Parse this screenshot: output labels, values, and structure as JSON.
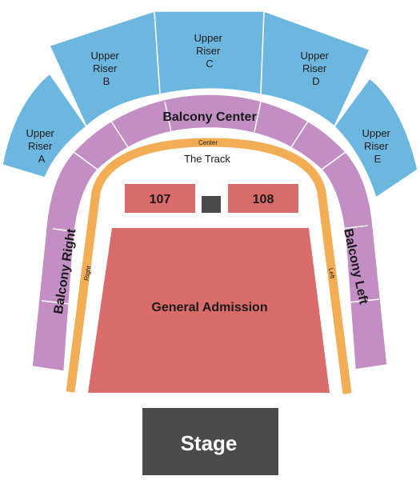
{
  "colors": {
    "upper_riser": "#6cb7df",
    "balcony": "#c28ec4",
    "track": "#f3ad55",
    "floor_section": "#d96b6b",
    "stage": "#4a4a4a"
  },
  "upper_risers": {
    "a": {
      "line1": "Upper",
      "line2": "Riser",
      "line3": "A"
    },
    "b": {
      "line1": "Upper",
      "line2": "Riser",
      "line3": "B"
    },
    "c": {
      "line1": "Upper",
      "line2": "Riser",
      "line3": "C"
    },
    "d": {
      "line1": "Upper",
      "line2": "Riser",
      "line3": "D"
    },
    "e": {
      "line1": "Upper",
      "line2": "Riser",
      "line3": "E"
    }
  },
  "balconies": {
    "center": "Balcony Center",
    "right": "Balcony Right",
    "left": "Balcony Left"
  },
  "track": {
    "name": "The Track",
    "center": "Center",
    "right": "Right",
    "left": "Left"
  },
  "sections": {
    "s107": "107",
    "s108": "108",
    "general_admission": "General Admission"
  },
  "stage": "Stage"
}
